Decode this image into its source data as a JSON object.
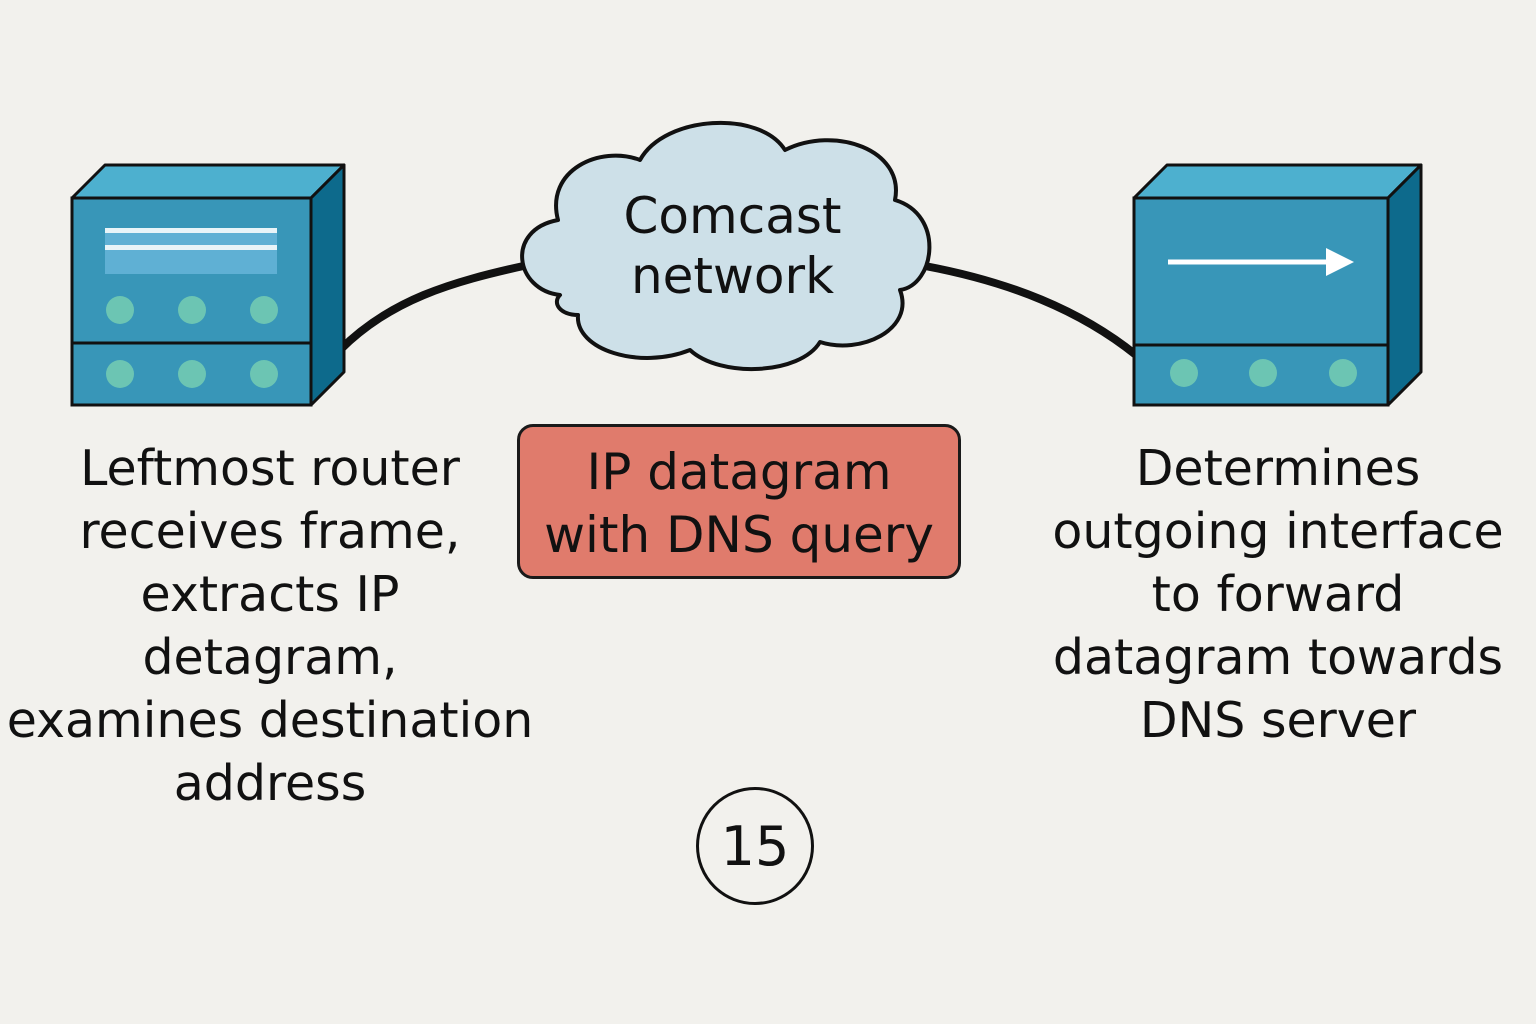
{
  "network": {
    "cloud_label_lines": [
      "Comcast",
      "network"
    ]
  },
  "message": {
    "label_lines": [
      "IP datagram",
      "with DNS query"
    ]
  },
  "left_router": {
    "caption_lines": [
      "Leftmost router",
      "receives frame,",
      "extracts IP",
      "detagram,",
      "examines destination",
      "address"
    ]
  },
  "right_router": {
    "caption_lines": [
      "Determines",
      "outgoing interface",
      "to forward",
      "datagram towards",
      "DNS server"
    ]
  },
  "step": {
    "number": "15"
  },
  "colors": {
    "background": "#f2f1ed",
    "router_front": "#3896b8",
    "router_top": "#4db0cf",
    "router_side": "#0d6a8c",
    "router_led": "#6cc5b3",
    "cloud_fill": "#cde0e8",
    "datagram_box": "#e07b6c",
    "outline": "#1a1a1a"
  },
  "icons": {
    "left_router": "router-icon",
    "right_router": "router-icon",
    "forward_arrow": "arrow-right-icon",
    "cloud": "cloud-icon"
  }
}
